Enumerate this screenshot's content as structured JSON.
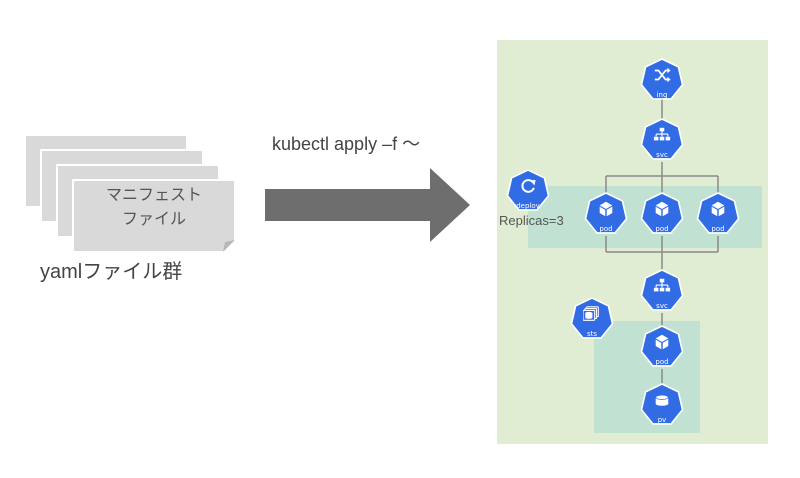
{
  "manifest": {
    "line1": "マニフェスト",
    "line2": "ファイル",
    "caption": "yamlファイル群"
  },
  "command": "kubectl apply –f 〜",
  "cluster": {
    "replicas_label": "Replicas=3",
    "icons": {
      "ing": {
        "label": "ing",
        "icon": "shuffle-icon"
      },
      "svc_top": {
        "label": "svc",
        "icon": "network-icon"
      },
      "deploy": {
        "label": "deploy",
        "icon": "refresh-icon"
      },
      "pod1": {
        "label": "pod",
        "icon": "cube-icon"
      },
      "pod2": {
        "label": "pod",
        "icon": "cube-icon"
      },
      "pod3": {
        "label": "pod",
        "icon": "cube-icon"
      },
      "svc_bottom": {
        "label": "svc",
        "icon": "network-icon"
      },
      "sts": {
        "label": "sts",
        "icon": "database-stack-icon"
      },
      "pod4": {
        "label": "pod",
        "icon": "cube-icon"
      },
      "pv": {
        "label": "pv",
        "icon": "disk-icon"
      }
    }
  },
  "colors": {
    "cluster_bg": "#e1edd2",
    "group_bg": "#c1e2d3",
    "k8s_blue": "#326ce5",
    "doc_fill": "#d9d9d9",
    "arrow": "#6e6e6e"
  }
}
